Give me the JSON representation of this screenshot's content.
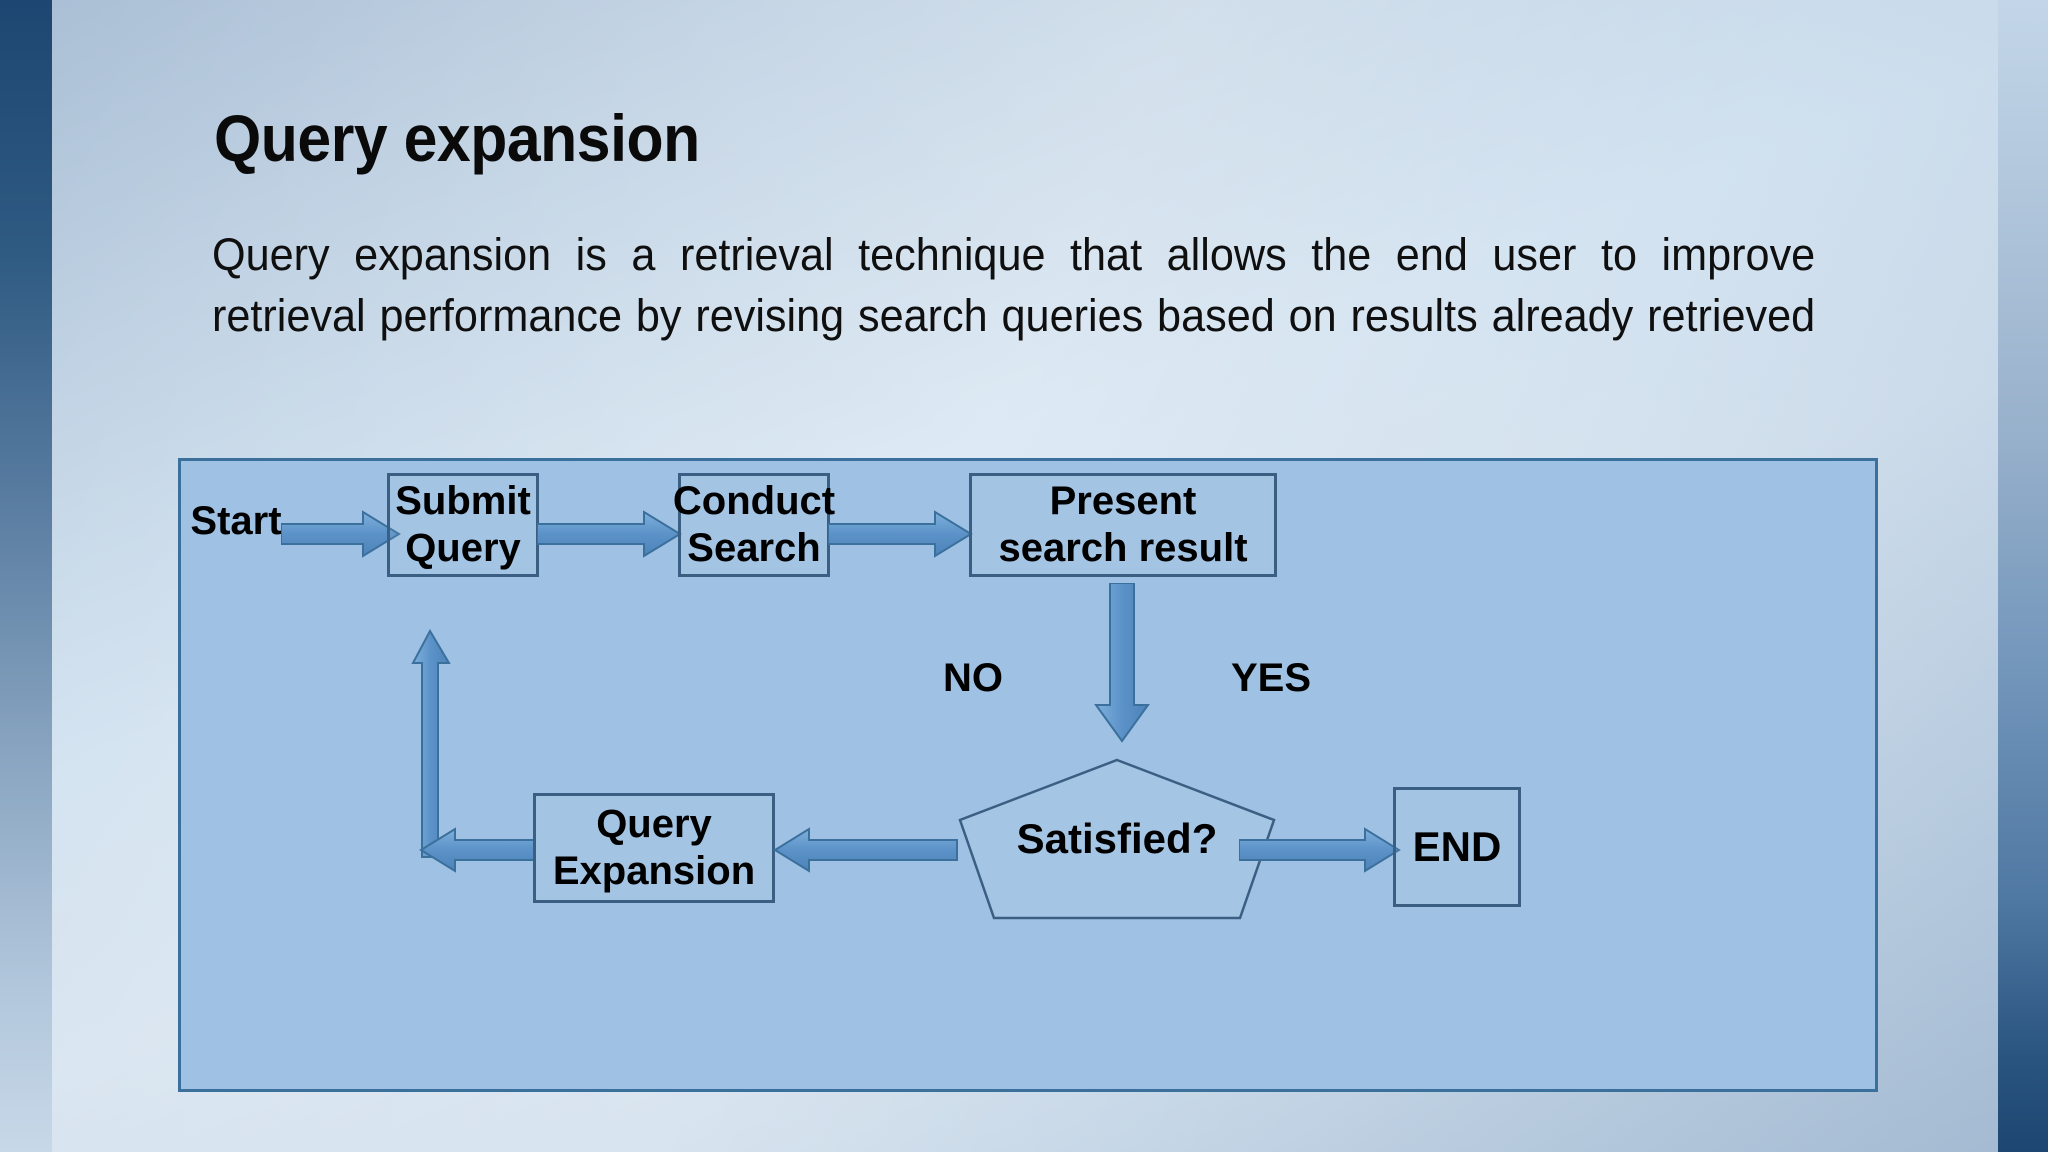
{
  "slide": {
    "title": "Query expansion",
    "body": "Query expansion is a retrieval technique that allows the end user to improve retrieval performance by revising search queries based on results already retrieved",
    "accent_colors": {
      "panel_fill": "#9fc1e3",
      "panel_border": "#3b6f9c",
      "node_border": "#3b5f82",
      "arrow_fill": "#5b92c8",
      "arrow_border": "#3b6f9c",
      "band_dark": "#1d4671",
      "text": "#000000"
    }
  },
  "flowchart": {
    "type": "process-flow-diagram",
    "nodes": [
      {
        "id": "start",
        "label": "Start",
        "shape": "text"
      },
      {
        "id": "submit",
        "label": "Submit\nQuery",
        "line1": "Submit",
        "line2": "Query",
        "shape": "rectangle"
      },
      {
        "id": "conduct",
        "label": "Conduct\nSearch",
        "line1": "Conduct",
        "line2": "Search",
        "shape": "rectangle"
      },
      {
        "id": "present",
        "label": "Present\nsearch result",
        "line1": "Present",
        "line2": "search result",
        "shape": "rectangle"
      },
      {
        "id": "satisfied",
        "label": "Satisfied?",
        "shape": "pentagon"
      },
      {
        "id": "expansion",
        "label": "Query\nExpansion",
        "line1": "Query",
        "line2": "Expansion",
        "shape": "rectangle"
      },
      {
        "id": "end",
        "label": "END",
        "shape": "rectangle"
      }
    ],
    "edge_labels": [
      {
        "id": "no",
        "text": "NO"
      },
      {
        "id": "yes",
        "text": "YES"
      }
    ],
    "edges": [
      {
        "from": "start",
        "to": "submit",
        "direction": "right"
      },
      {
        "from": "submit",
        "to": "conduct",
        "direction": "right"
      },
      {
        "from": "conduct",
        "to": "present",
        "direction": "right"
      },
      {
        "from": "present",
        "to": "satisfied",
        "direction": "down"
      },
      {
        "from": "satisfied",
        "to": "end",
        "direction": "right",
        "label": "YES"
      },
      {
        "from": "satisfied",
        "to": "expansion",
        "direction": "left",
        "label": "NO"
      },
      {
        "from": "expansion",
        "to": "submit",
        "direction": "left-then-up"
      }
    ]
  }
}
